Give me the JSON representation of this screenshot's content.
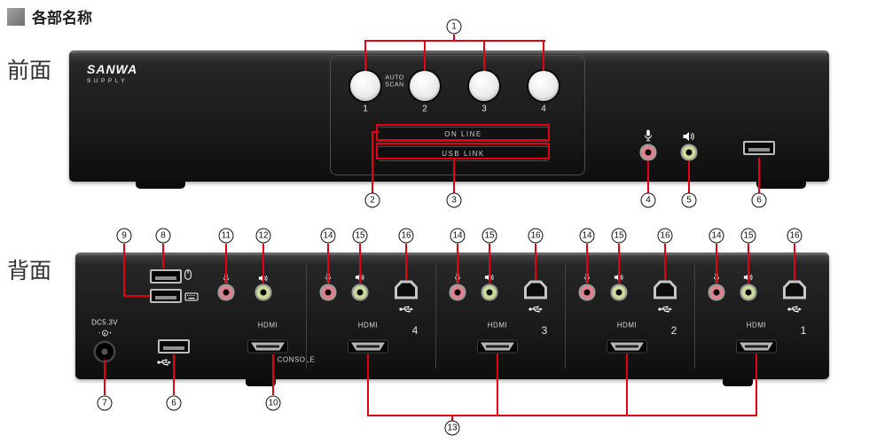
{
  "page": {
    "title": "各部名称"
  },
  "front": {
    "section_label": "前面",
    "logo_line1": "SANWA",
    "logo_line2": "SUPPLY",
    "auto_scan_line1": "AUTO",
    "auto_scan_line2": "SCAN",
    "buttons": [
      "1",
      "2",
      "3",
      "4"
    ],
    "online_label": "ON LINE",
    "usb_link_label": "USB LINK"
  },
  "rear": {
    "section_label": "背面",
    "dc_label": "DC5.3V",
    "dc_minus": "−",
    "dc_plus": "+",
    "console_hdmi_label": "HDMI",
    "console_label": "CONSOLE",
    "channels": [
      {
        "hdmi_label": "HDMI",
        "number": "4"
      },
      {
        "hdmi_label": "HDMI",
        "number": "3"
      },
      {
        "hdmi_label": "HDMI",
        "number": "2"
      },
      {
        "hdmi_label": "HDMI",
        "number": "1"
      }
    ]
  },
  "callouts": {
    "c1": "1",
    "c2": "2",
    "c3": "3",
    "c4": "4",
    "c5": "5",
    "c6": "6",
    "c7": "7",
    "c8": "8",
    "c9": "9",
    "c10": "10",
    "c11": "11",
    "c12": "12",
    "c13": "13",
    "c14": "14",
    "c15": "15",
    "c16": "16"
  },
  "icons": {
    "mic": "microphone jack icon",
    "speaker": "speaker audio jack icon",
    "usb": "usb trident icon",
    "mouse": "mouse icon",
    "keyboard": "keyboard icon"
  },
  "colors": {
    "callout_line": "#e60012",
    "mic_ring": "#e2808d",
    "audio_ring": "#cbdc96"
  }
}
